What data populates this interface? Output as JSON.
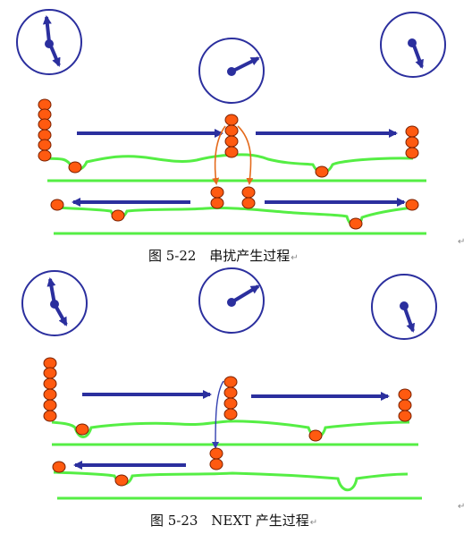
{
  "colors": {
    "clock_ring": "#2b2f9e",
    "hand": "#2b2f9e",
    "arrow": "#2b2f9e",
    "wire": "#55ee44",
    "wave": "#55ee44",
    "ball_fill": "#ff5a10",
    "ball_stroke": "#7a2000",
    "coupling": "#e46a1c",
    "next_link": "#3340b0",
    "caption": "#111111"
  },
  "figures": [
    {
      "id": "fig-5-22",
      "caption_number": "图 5-22",
      "caption_text": "串扰产生过程",
      "paragraph_mark": "↵",
      "mark_after_caption": "↵",
      "clocks": [
        "clock-left",
        "clock-center",
        "clock-right"
      ],
      "coupling_type": "crosstalk"
    },
    {
      "id": "fig-5-23",
      "caption_number": "图 5-23",
      "caption_text": "NEXT 产生过程",
      "paragraph_mark": "↵",
      "mark_after_caption": "↵",
      "clocks": [
        "clock-left",
        "clock-center",
        "clock-right"
      ],
      "coupling_type": "next"
    }
  ]
}
